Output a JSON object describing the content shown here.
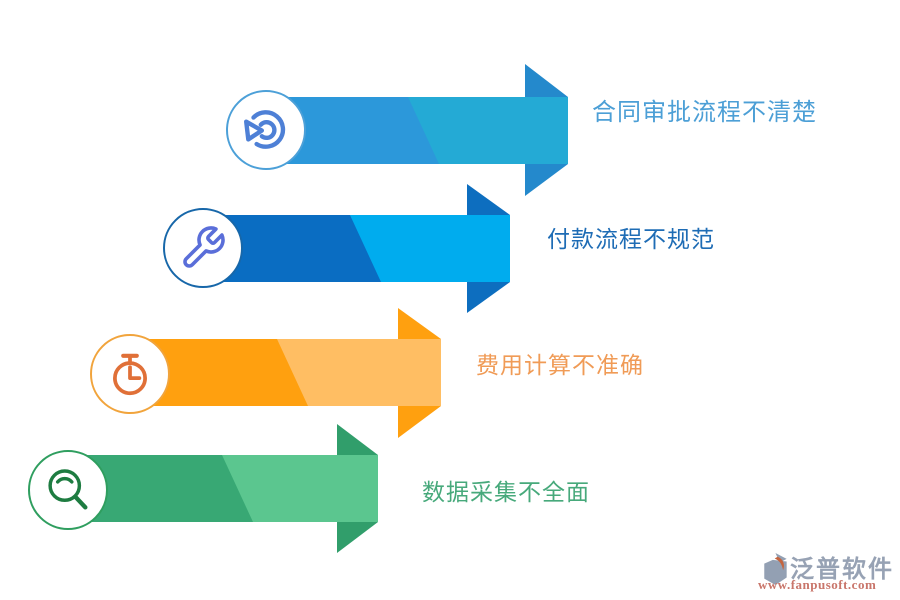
{
  "items": [
    {
      "label": "合同审批流程不清楚",
      "icon": "pie-chart-icon",
      "colors": {
        "band": "#2C98DA",
        "band-light": "#24AAD5",
        "head": "#2489CC",
        "ring": "#4CA0D8",
        "icon": "#4E80D6",
        "text": "#4C9FD6"
      }
    },
    {
      "label": "付款流程不规范",
      "icon": "wrench-icon",
      "colors": {
        "band": "#0A6DC2",
        "band-light": "#00ACEE",
        "head": "#0D6EBF",
        "ring": "#1767A9",
        "icon": "#5A6ED9",
        "text": "#1E6CB5"
      }
    },
    {
      "label": "费用计算不准确",
      "icon": "stopwatch-icon",
      "colors": {
        "band": "#FFA00F",
        "band-light": "#FFBE63",
        "head": "#FFA00F",
        "ring": "#F1A43C",
        "icon": "#E07038",
        "text": "#F09B56"
      }
    },
    {
      "label": "数据采集不全面",
      "icon": "magnifier-icon",
      "colors": {
        "band": "#38A874",
        "band-light": "#5BC68F",
        "head": "#319E6B",
        "ring": "#2F9E5F",
        "icon": "#1E7C41",
        "text": "#47A97B"
      }
    }
  ],
  "watermark": {
    "brand": "泛普软件",
    "url": "www.fanpusoft.com",
    "colors": {
      "brand": "#97A2B4",
      "url": "#C9766B",
      "mark-gray": "#93A0B3",
      "mark-accent": "#C4653F"
    }
  }
}
